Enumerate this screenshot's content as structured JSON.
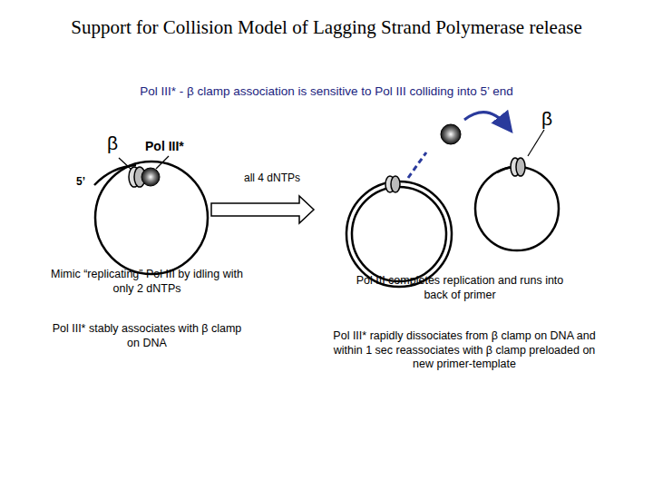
{
  "diagram": {
    "title": "Support for Collision Model of Lagging Strand Polymerase release",
    "labels": [
      "Pol III* - β clamp association is sensitive to Pol III colliding into 5’ end",
      "β",
      "Pol III*",
      "5’",
      "all 4 dNTPs",
      "β",
      "Mimic “replicating” Pol III by idling with only 2 dNTPs",
      "Pol III* stably associates with β clamp on DNA",
      "Pol III completes replication and runs into back of primer",
      "Pol III* rapidly dissociates from β clamp on DNA and within 1 sec reassociates with β clamp preloaded on new primer-template"
    ]
  }
}
